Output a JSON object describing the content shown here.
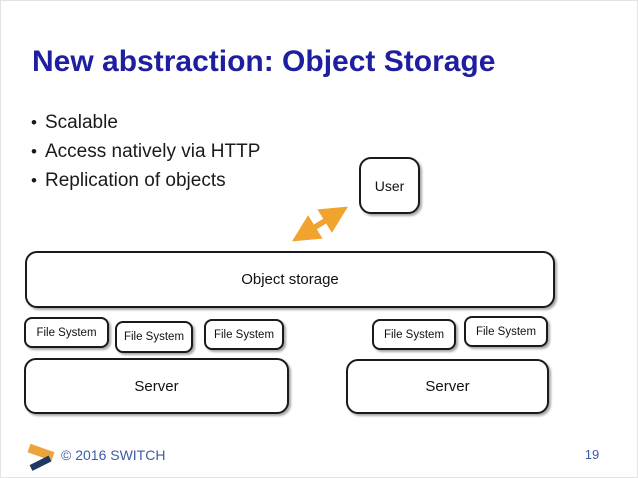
{
  "slide": {
    "title": "New abstraction: Object Storage",
    "bullet_char": "•",
    "bullets": [
      "Scalable",
      "Access natively via HTTP",
      "Replication of objects"
    ]
  },
  "diagram": {
    "user_label": "User",
    "object_storage_label": "Object storage",
    "file_systems": [
      "File System",
      "File System",
      "File System",
      "File System",
      "File System"
    ],
    "servers": [
      "Server",
      "Server"
    ],
    "arrow_icon": "double-headed-diagonal-arrow",
    "arrow_color": "#F0A42E",
    "box_border_color": "#1a1a1a"
  },
  "footer": {
    "logo_icon": "switch-chevron-logo",
    "logo_orange": "#EDA33C",
    "logo_navy": "#1F3864",
    "copyright": "© 2016 SWITCH",
    "page_number": "19",
    "text_color": "#3B5CA8"
  },
  "colors": {
    "title": "#1E1EA0",
    "body_text": "#1a1a1a",
    "background": "#FFFFFF"
  }
}
